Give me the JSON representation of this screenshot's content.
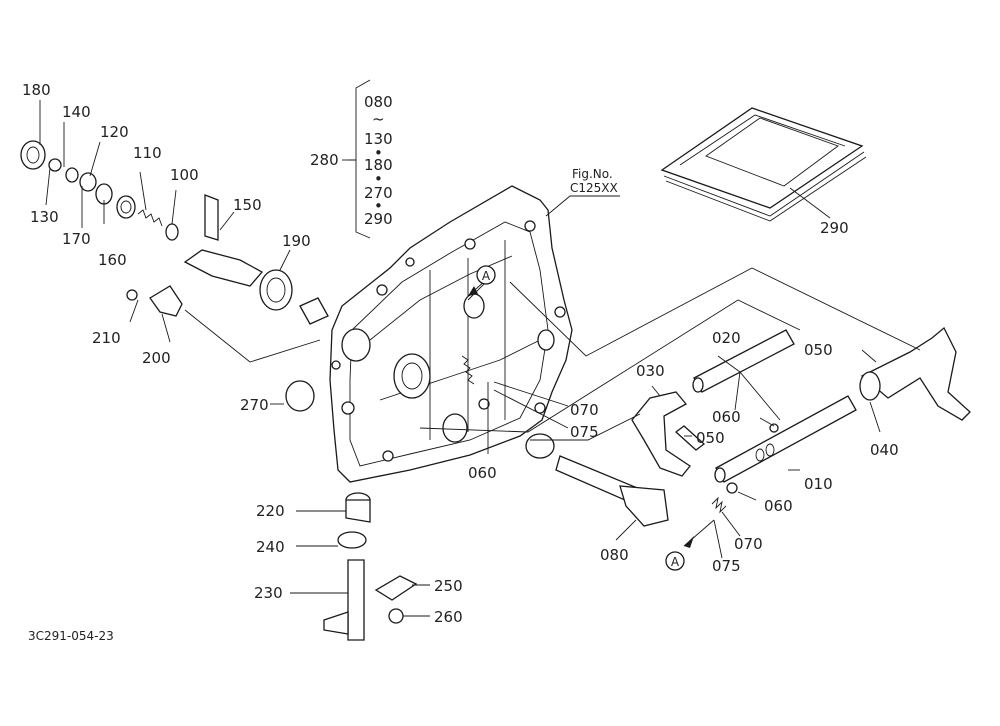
{
  "callouts": {
    "c180": "180",
    "c140": "140",
    "c120": "120",
    "c110": "110",
    "c100": "100",
    "c130": "130",
    "c170": "170",
    "c160": "160",
    "c150": "150",
    "c190": "190",
    "c210": "210",
    "c200": "200",
    "c270": "270",
    "c220": "220",
    "c240": "240",
    "c230": "230",
    "c250": "250",
    "c260": "260",
    "c060a": "060",
    "c070a": "070",
    "c075a": "075",
    "c020": "020",
    "c030": "030",
    "c050a": "050",
    "c050b": "050",
    "c060b": "060",
    "c040": "040",
    "c010": "010",
    "c060c": "060",
    "c080": "080",
    "c070b": "070",
    "c075b": "075",
    "c290": "290",
    "c280": "280"
  },
  "kit_list": {
    "items": [
      "080",
      "~",
      "130",
      "•",
      "180",
      "•",
      "270",
      "•",
      "290"
    ]
  },
  "fig_ref": {
    "line1": "Fig.No.",
    "line2": "C125XX"
  },
  "marker_a": {
    "top": "A",
    "bottom": "A"
  },
  "drawing_code": "3C291-054-23"
}
